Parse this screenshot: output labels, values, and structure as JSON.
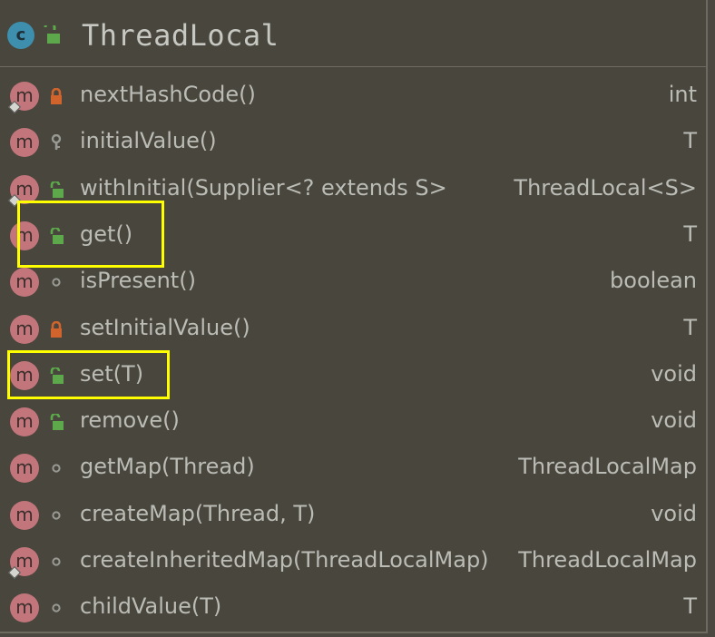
{
  "class": {
    "icon_letter": "c",
    "title": "ThreadLocal"
  },
  "members": [
    {
      "name": "nextHashCode()",
      "type": "int",
      "visibility": "private",
      "static": true
    },
    {
      "name": "initialValue()",
      "type": "T",
      "visibility": "protected",
      "static": false
    },
    {
      "name": "withInitial(Supplier<? extends S>",
      "type": "ThreadLocal<S>",
      "visibility": "public",
      "static": true
    },
    {
      "name": "get()",
      "type": "T",
      "visibility": "public",
      "static": false
    },
    {
      "name": "isPresent()",
      "type": "boolean",
      "visibility": "package",
      "static": false
    },
    {
      "name": "setInitialValue()",
      "type": "T",
      "visibility": "private",
      "static": false
    },
    {
      "name": "set(T)",
      "type": "void",
      "visibility": "public",
      "static": false
    },
    {
      "name": "remove()",
      "type": "void",
      "visibility": "public",
      "static": false
    },
    {
      "name": "getMap(Thread)",
      "type": "ThreadLocalMap",
      "visibility": "package",
      "static": false
    },
    {
      "name": "createMap(Thread, T)",
      "type": "void",
      "visibility": "package",
      "static": false
    },
    {
      "name": "createInheritedMap(ThreadLocalMap)",
      "type": "ThreadLocalMap",
      "visibility": "package",
      "static": true
    },
    {
      "name": "childValue(T)",
      "type": "T",
      "visibility": "package",
      "static": false
    }
  ],
  "method_icon_letter": "m",
  "highlighted": [
    "get()",
    "set(T)"
  ],
  "colors": {
    "background": "#48463d",
    "method_icon": "#c2757a",
    "class_icon": "#3d8fad",
    "public_lock": "#5ca84a",
    "private_lock": "#d0642c",
    "highlight": "#ffff00"
  }
}
